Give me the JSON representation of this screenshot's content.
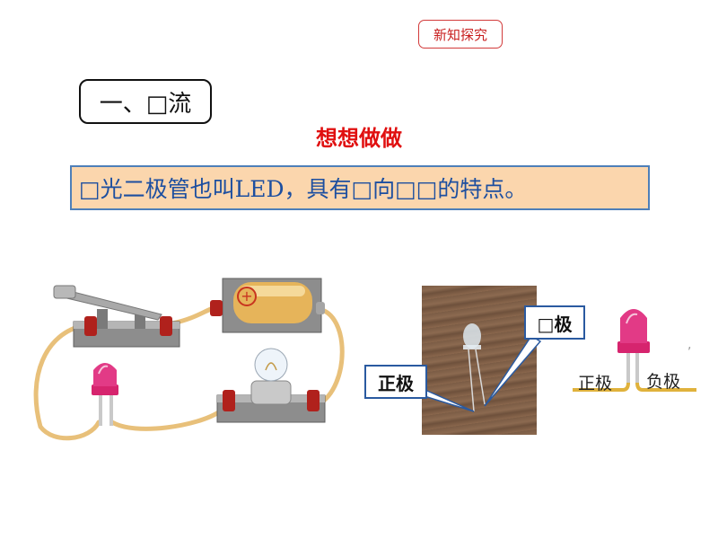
{
  "badge": {
    "label": "新知探究"
  },
  "section": {
    "title": "一、□流"
  },
  "subtitle": "想想做做",
  "statement": "□光二极管也叫LED，具有□向□□的特点。",
  "photo": {
    "cathode_label": "□极",
    "anode_label": "正极"
  },
  "led_diagram": {
    "anode_label": "正极",
    "cathode_label": "负极"
  }
}
